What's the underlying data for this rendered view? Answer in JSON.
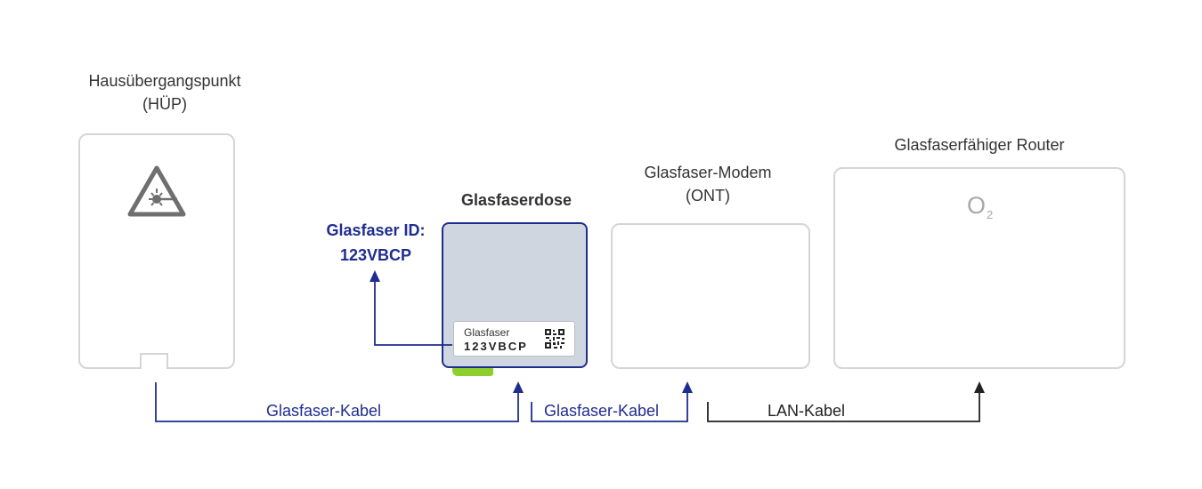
{
  "devices": {
    "hup": {
      "title_line1": "Hausübergangspunkt",
      "title_line2": "(HÜP)",
      "icon": "laser-warning-icon"
    },
    "dose": {
      "title": "Glasfaserdose",
      "sticker_label": "Glasfaser",
      "sticker_code": "123VBCP",
      "sticker_icon": "qr-code-icon"
    },
    "modem": {
      "title_line1": "Glasfaser-Modem",
      "title_line2": "(ONT)"
    },
    "router": {
      "title": "Glasfaserfähiger Router",
      "logo_letter": "O",
      "logo_sub": "2"
    }
  },
  "annotation": {
    "line1": "Glasfaser ID:",
    "line2": "123VBCP"
  },
  "cables": [
    {
      "label": "Glasfaser-Kabel",
      "color": "#1f2d8f"
    },
    {
      "label": "Glasfaser-Kabel",
      "color": "#1f2d8f"
    },
    {
      "label": "LAN-Kabel",
      "color": "#222222"
    }
  ],
  "colors": {
    "blue": "#1f2d8f",
    "dark": "#222222",
    "device_border": "#d3d5d8",
    "dose_fill": "#d0d6df",
    "green": "#8ccf2e"
  }
}
